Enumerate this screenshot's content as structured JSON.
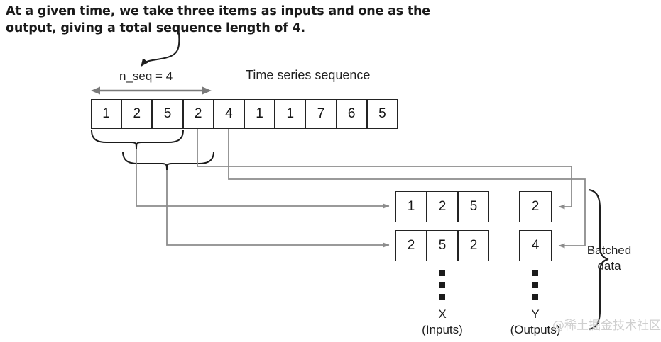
{
  "title": {
    "line1": "At a given time, we take three items as inputs and one as the",
    "line2": "output, giving a total sequence length of 4."
  },
  "labels": {
    "n_seq": "n_seq = 4",
    "time_series": "Time series sequence",
    "batched_data": "Batched data",
    "x": "X",
    "x_sub": "(Inputs)",
    "y": "Y",
    "y_sub": "(Outputs)"
  },
  "sequence": {
    "name": "time-series-sequence",
    "values": [
      "1",
      "2",
      "5",
      "2",
      "4",
      "1",
      "1",
      "7",
      "6",
      "5"
    ]
  },
  "batch": {
    "x_rows": [
      {
        "values": [
          "1",
          "2",
          "5"
        ]
      },
      {
        "values": [
          "2",
          "5",
          "2"
        ]
      }
    ],
    "y_boxes": [
      {
        "value": "2"
      },
      {
        "value": "4"
      }
    ]
  },
  "watermark": "@稀土掘金技术社区",
  "colors": {
    "stroke_dark": "#232323",
    "stroke_gray": "#8c8c8c",
    "text": "#1f1f1f",
    "background": "#ffffff",
    "watermark": "#cfcfcf"
  }
}
